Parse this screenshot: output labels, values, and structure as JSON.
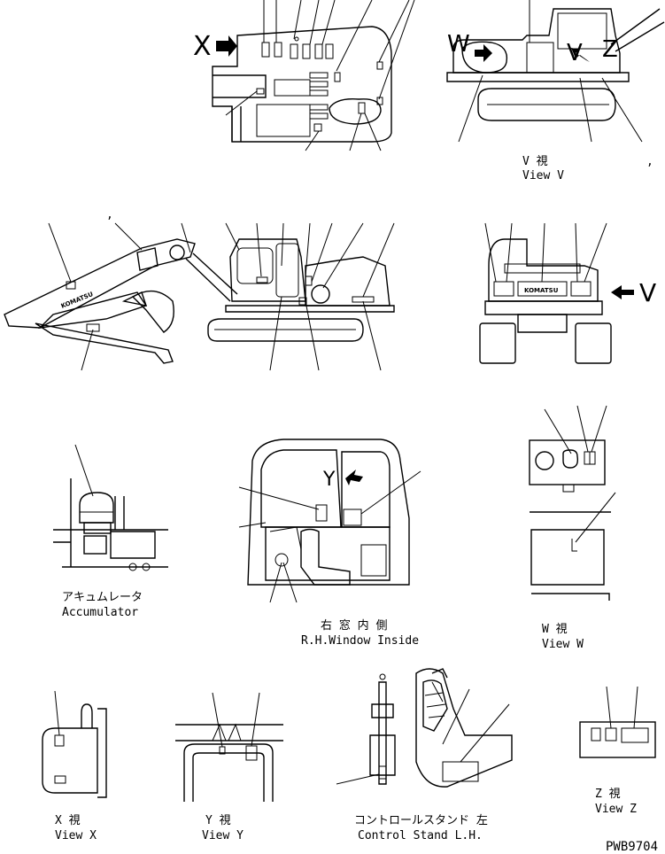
{
  "markers": {
    "x": "X",
    "w": "W",
    "v": "V",
    "z": "Z",
    "y": "Y"
  },
  "labels": {
    "view_v_jp": "V 視",
    "view_v_en": "View V",
    "accumulator_jp": "アキュムレータ",
    "accumulator_en": "Accumulator",
    "rh_window_jp": "右 窓 内 側",
    "rh_window_en": "R.H.Window Inside",
    "view_w_jp": "W 視",
    "view_w_en": "View W",
    "view_x_jp": "X 視",
    "view_x_en": "View X",
    "view_y_jp": "Y 視",
    "view_y_en": "View Y",
    "control_stand_jp": "コントロールスタンド 左",
    "control_stand_en": "Control Stand L.H.",
    "view_z_jp": "Z 視",
    "view_z_en": "View Z",
    "drawing_no": "PWB9704",
    "brand": "KOMATSU"
  }
}
